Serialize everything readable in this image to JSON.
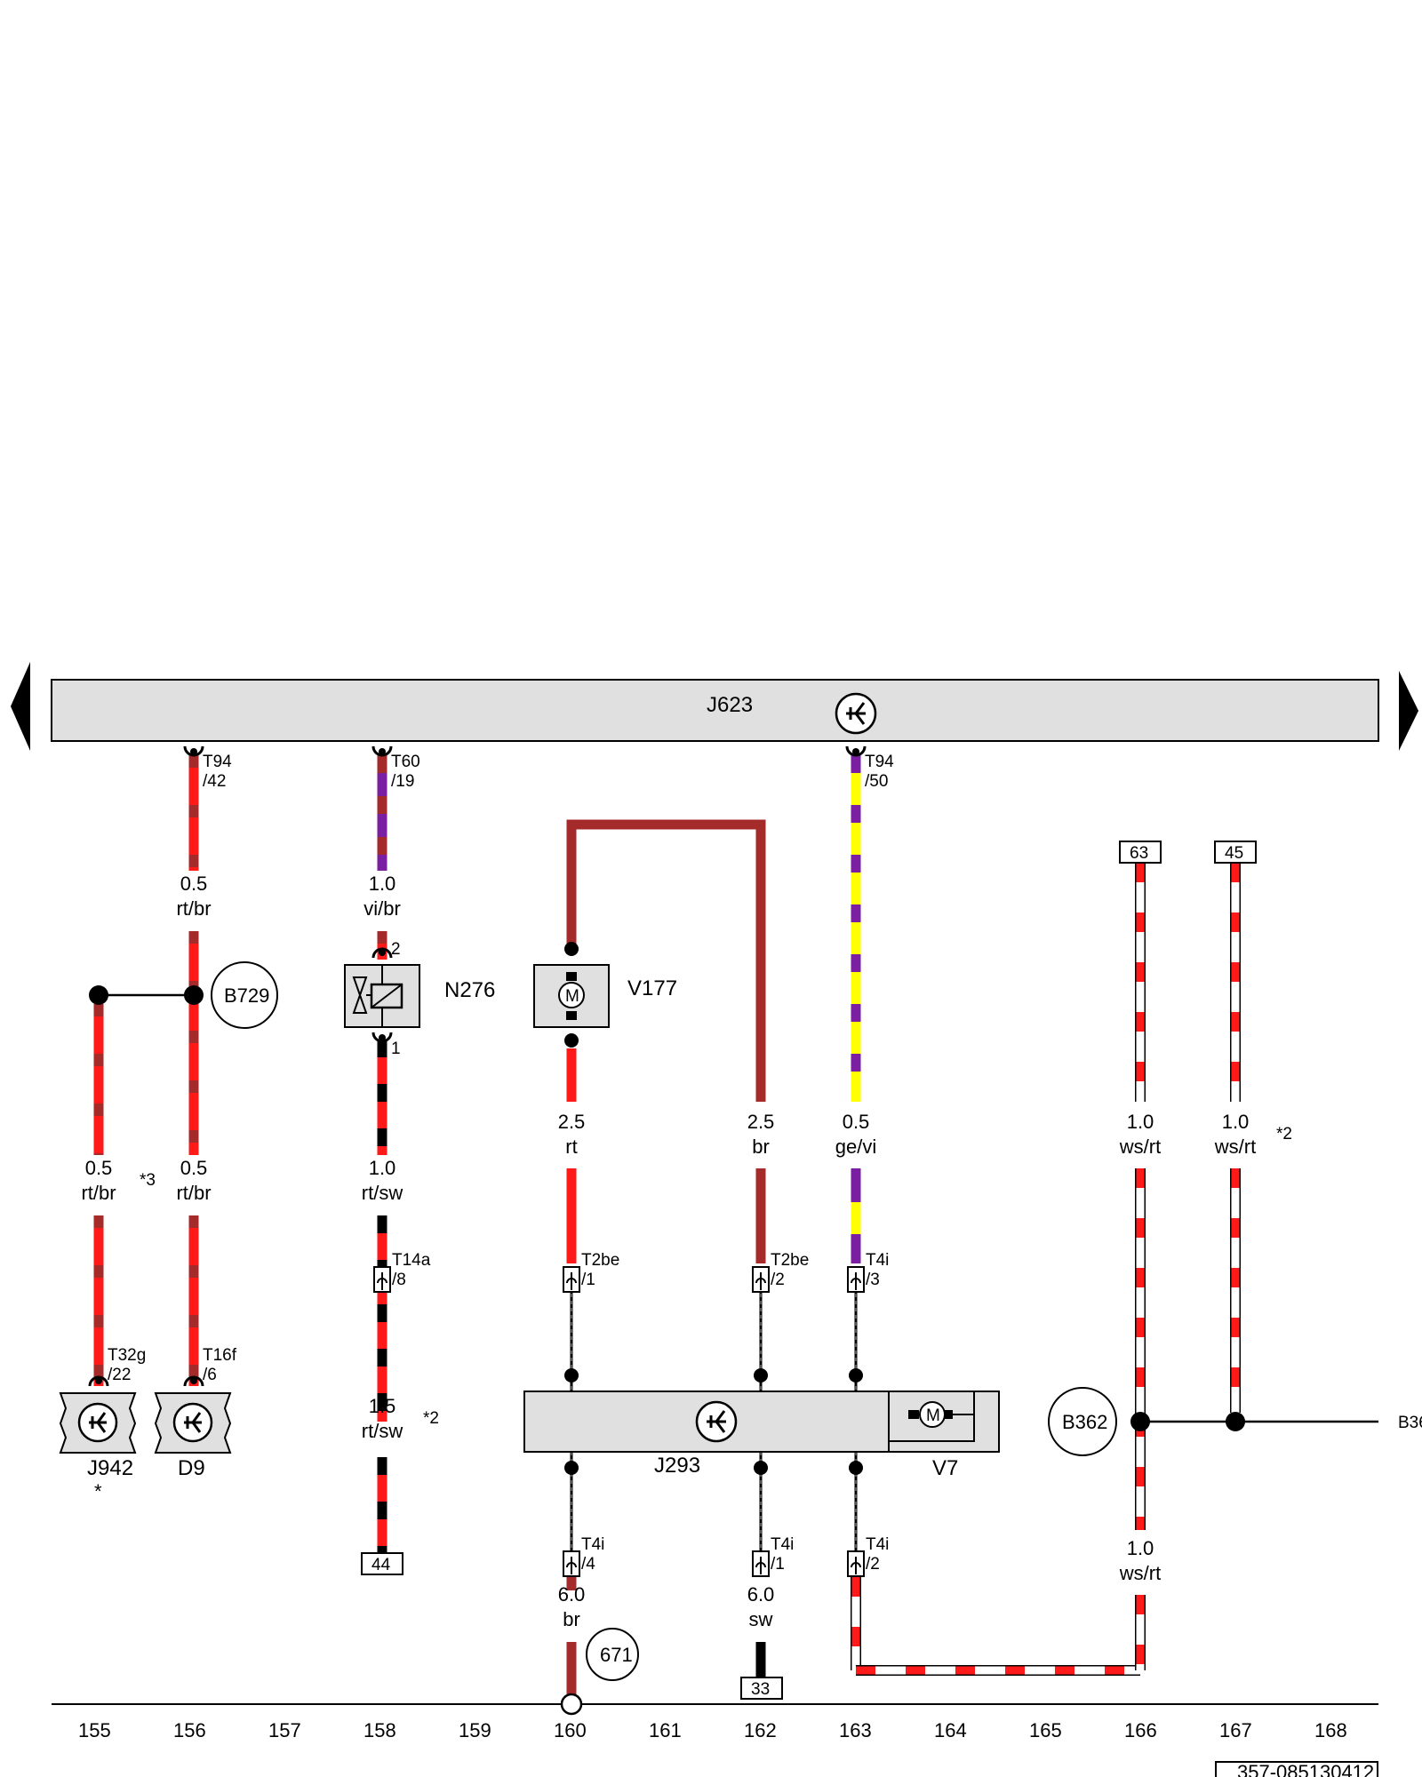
{
  "main_module": {
    "label": "J623"
  },
  "ground_bar": {
    "label": "B36"
  },
  "doc_number": "357-085130412",
  "columns": [
    "155",
    "156",
    "157",
    "158",
    "159",
    "160",
    "161",
    "162",
    "163",
    "164",
    "165",
    "166",
    "167",
    "168"
  ],
  "connectors": {
    "t94_42": {
      "name": "T94",
      "pin": "/42"
    },
    "t60_19": {
      "name": "T60",
      "pin": "/19"
    },
    "t94_50": {
      "name": "T94",
      "pin": "/50"
    },
    "t14a_8": {
      "name": "T14a",
      "pin": "/8"
    },
    "t2be_1": {
      "name": "T2be",
      "pin": "/1"
    },
    "t2be_2": {
      "name": "T2be",
      "pin": "/2"
    },
    "t4i_3": {
      "name": "T4i",
      "pin": "/3"
    },
    "t32g_22": {
      "name": "T32g",
      "pin": "/22"
    },
    "t16f_6": {
      "name": "T16f",
      "pin": "/6"
    },
    "t4i_4": {
      "name": "T4i",
      "pin": "/4"
    },
    "t4i_1": {
      "name": "T4i",
      "pin": "/1"
    },
    "t4i_2": {
      "name": "T4i",
      "pin": "/2"
    },
    "n276_pin2": "2",
    "n276_pin1": "1"
  },
  "wires": {
    "w156_top": {
      "size": "0.5",
      "color": "rt/br"
    },
    "w158_top": {
      "size": "1.0",
      "color": "vi/br"
    },
    "w155_low": {
      "size": "0.5",
      "color": "rt/br",
      "note": "*3"
    },
    "w156_low": {
      "size": "0.5",
      "color": "rt/br"
    },
    "w158_mid": {
      "size": "1.0",
      "color": "rt/sw"
    },
    "w158_low": {
      "size": "1.5",
      "color": "rt/sw",
      "note": "*2"
    },
    "w160": {
      "size": "2.5",
      "color": "rt"
    },
    "w162": {
      "size": "2.5",
      "color": "br"
    },
    "w163": {
      "size": "0.5",
      "color": "ge/vi"
    },
    "w166": {
      "size": "1.0",
      "color": "ws/rt"
    },
    "w167": {
      "size": "1.0",
      "color": "ws/rt",
      "note": "*2"
    },
    "w166_low": {
      "size": "1.0",
      "color": "ws/rt"
    },
    "w160_low": {
      "size": "6.0",
      "color": "br"
    },
    "w162_low": {
      "size": "6.0",
      "color": "sw"
    }
  },
  "components": {
    "n276": "N276",
    "v177": "V177",
    "j942": "J942",
    "j942_note": "*",
    "d9": "D9",
    "j293": "J293",
    "v7": "V7",
    "b729": "B729",
    "b362": "B362",
    "g671": "671"
  },
  "refs": {
    "r63": "63",
    "r45": "45",
    "r44": "44",
    "r33": "33"
  },
  "colors": {
    "red": "#ff1a1a",
    "brown": "#a52a2a",
    "violet": "#7b1fa2",
    "yellow": "#ffff00",
    "black": "#000000",
    "white": "#ffffff",
    "module_fill": "#e0e0e0"
  }
}
